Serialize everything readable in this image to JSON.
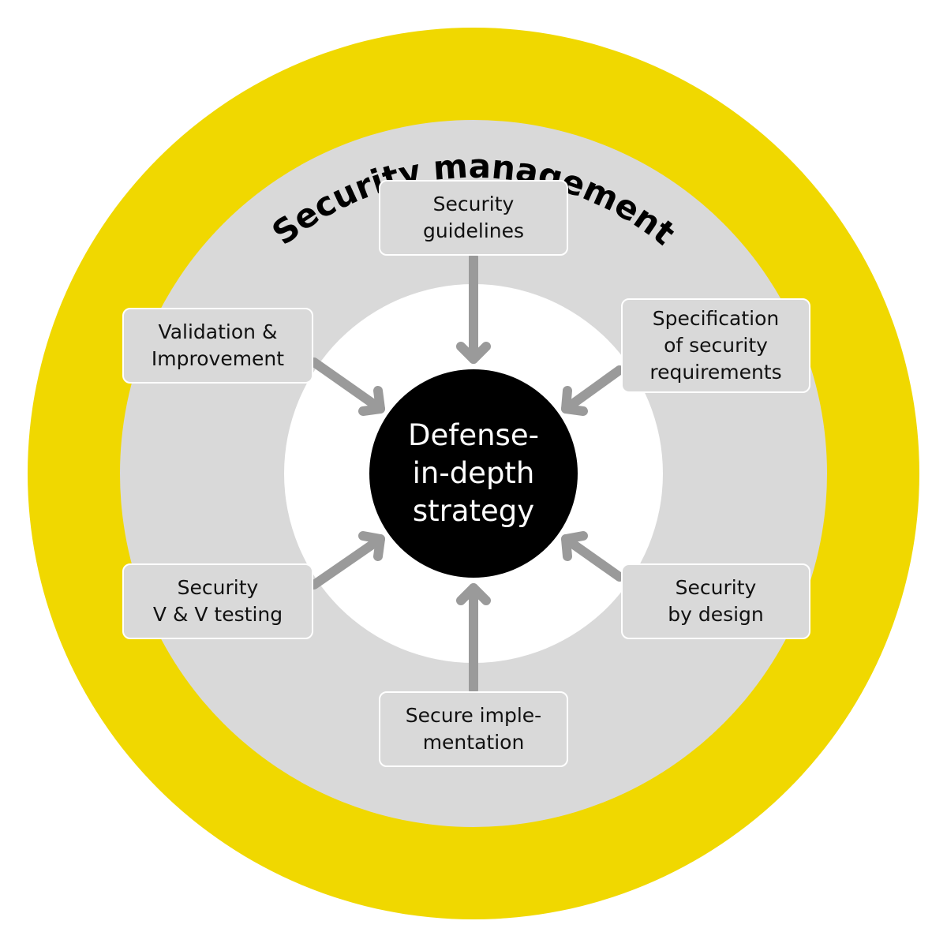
{
  "colors": {
    "outer_ring": "#f0d800",
    "inner_ring": "#d9d9d9",
    "center_gap": "#ffffff",
    "core": "#000000",
    "arrow": "#9a9a9a"
  },
  "outer_ring": {
    "label": "Security management"
  },
  "core": {
    "lines": [
      "Defense-",
      "in-depth",
      "strategy"
    ]
  },
  "activities": [
    {
      "id": "security-guidelines",
      "lines": [
        "Security",
        "guidelines"
      ]
    },
    {
      "id": "specification",
      "lines": [
        "Specification",
        "of security",
        "requirements"
      ]
    },
    {
      "id": "security-by-design",
      "lines": [
        "Security",
        "by design"
      ]
    },
    {
      "id": "secure-implementation",
      "lines": [
        "Secure imple-",
        "mentation"
      ]
    },
    {
      "id": "security-vv-testing",
      "lines": [
        "Security",
        "V & V testing"
      ]
    },
    {
      "id": "validation-improvement",
      "lines": [
        "Validation &",
        "Improvement"
      ]
    }
  ]
}
